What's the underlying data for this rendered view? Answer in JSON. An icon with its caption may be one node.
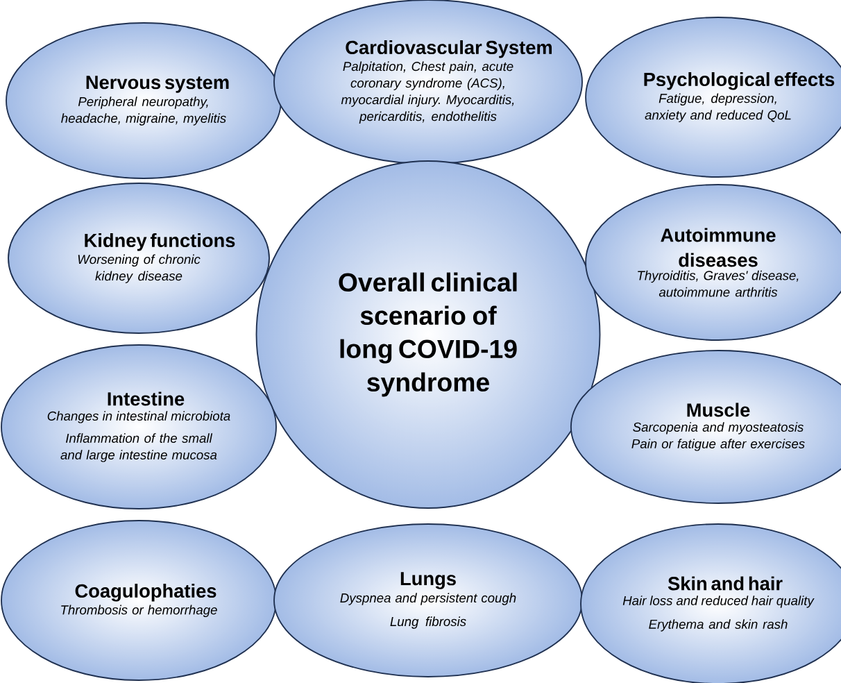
{
  "diagram": {
    "nodes": [
      {
        "text": [
          "Nervous system",
          "Peripheral neuropathy, headache, migraine, myelitis"
        ]
      },
      {
        "text": [
          "Cardiovascular System",
          "Palpitation, Chest pain, acute coronary syndrome (ACS), myocardial injury. Myocarditis, pericarditis, endothelitis"
        ]
      },
      {
        "text": [
          "Psychological effects",
          "Fatigue, depression, anxiety and reduced QoL"
        ]
      },
      {
        "text": [
          "Kidney functions",
          "Worsening of chronic kidney disease"
        ]
      },
      {
        "text": [
          "Overall clinical scenario of long COVID-19 syndrome"
        ]
      },
      {
        "text": [
          "Autoimmune diseases",
          "Thyroiditis, Graves' disease, autoimmune arthritis"
        ]
      },
      {
        "text": [
          "Intestine",
          "Changes in intestinal microbiota",
          "Inflammation of the small and large intestine mucosa"
        ]
      },
      {
        "text": [
          "Muscle",
          "Sarcopenia and myosteatosis",
          "Pain or fatigue after exercises"
        ]
      },
      {
        "text": [
          "Coagulophaties",
          "Thrombosis or hemorrhage"
        ]
      },
      {
        "text": [
          "Lungs",
          "Dyspnea and persistent cough",
          "Lung fibrosis"
        ]
      },
      {
        "text": [
          "Skin and hair",
          "Hair loss and reduced hair quality",
          "Erythema and skin rash"
        ]
      }
    ]
  }
}
